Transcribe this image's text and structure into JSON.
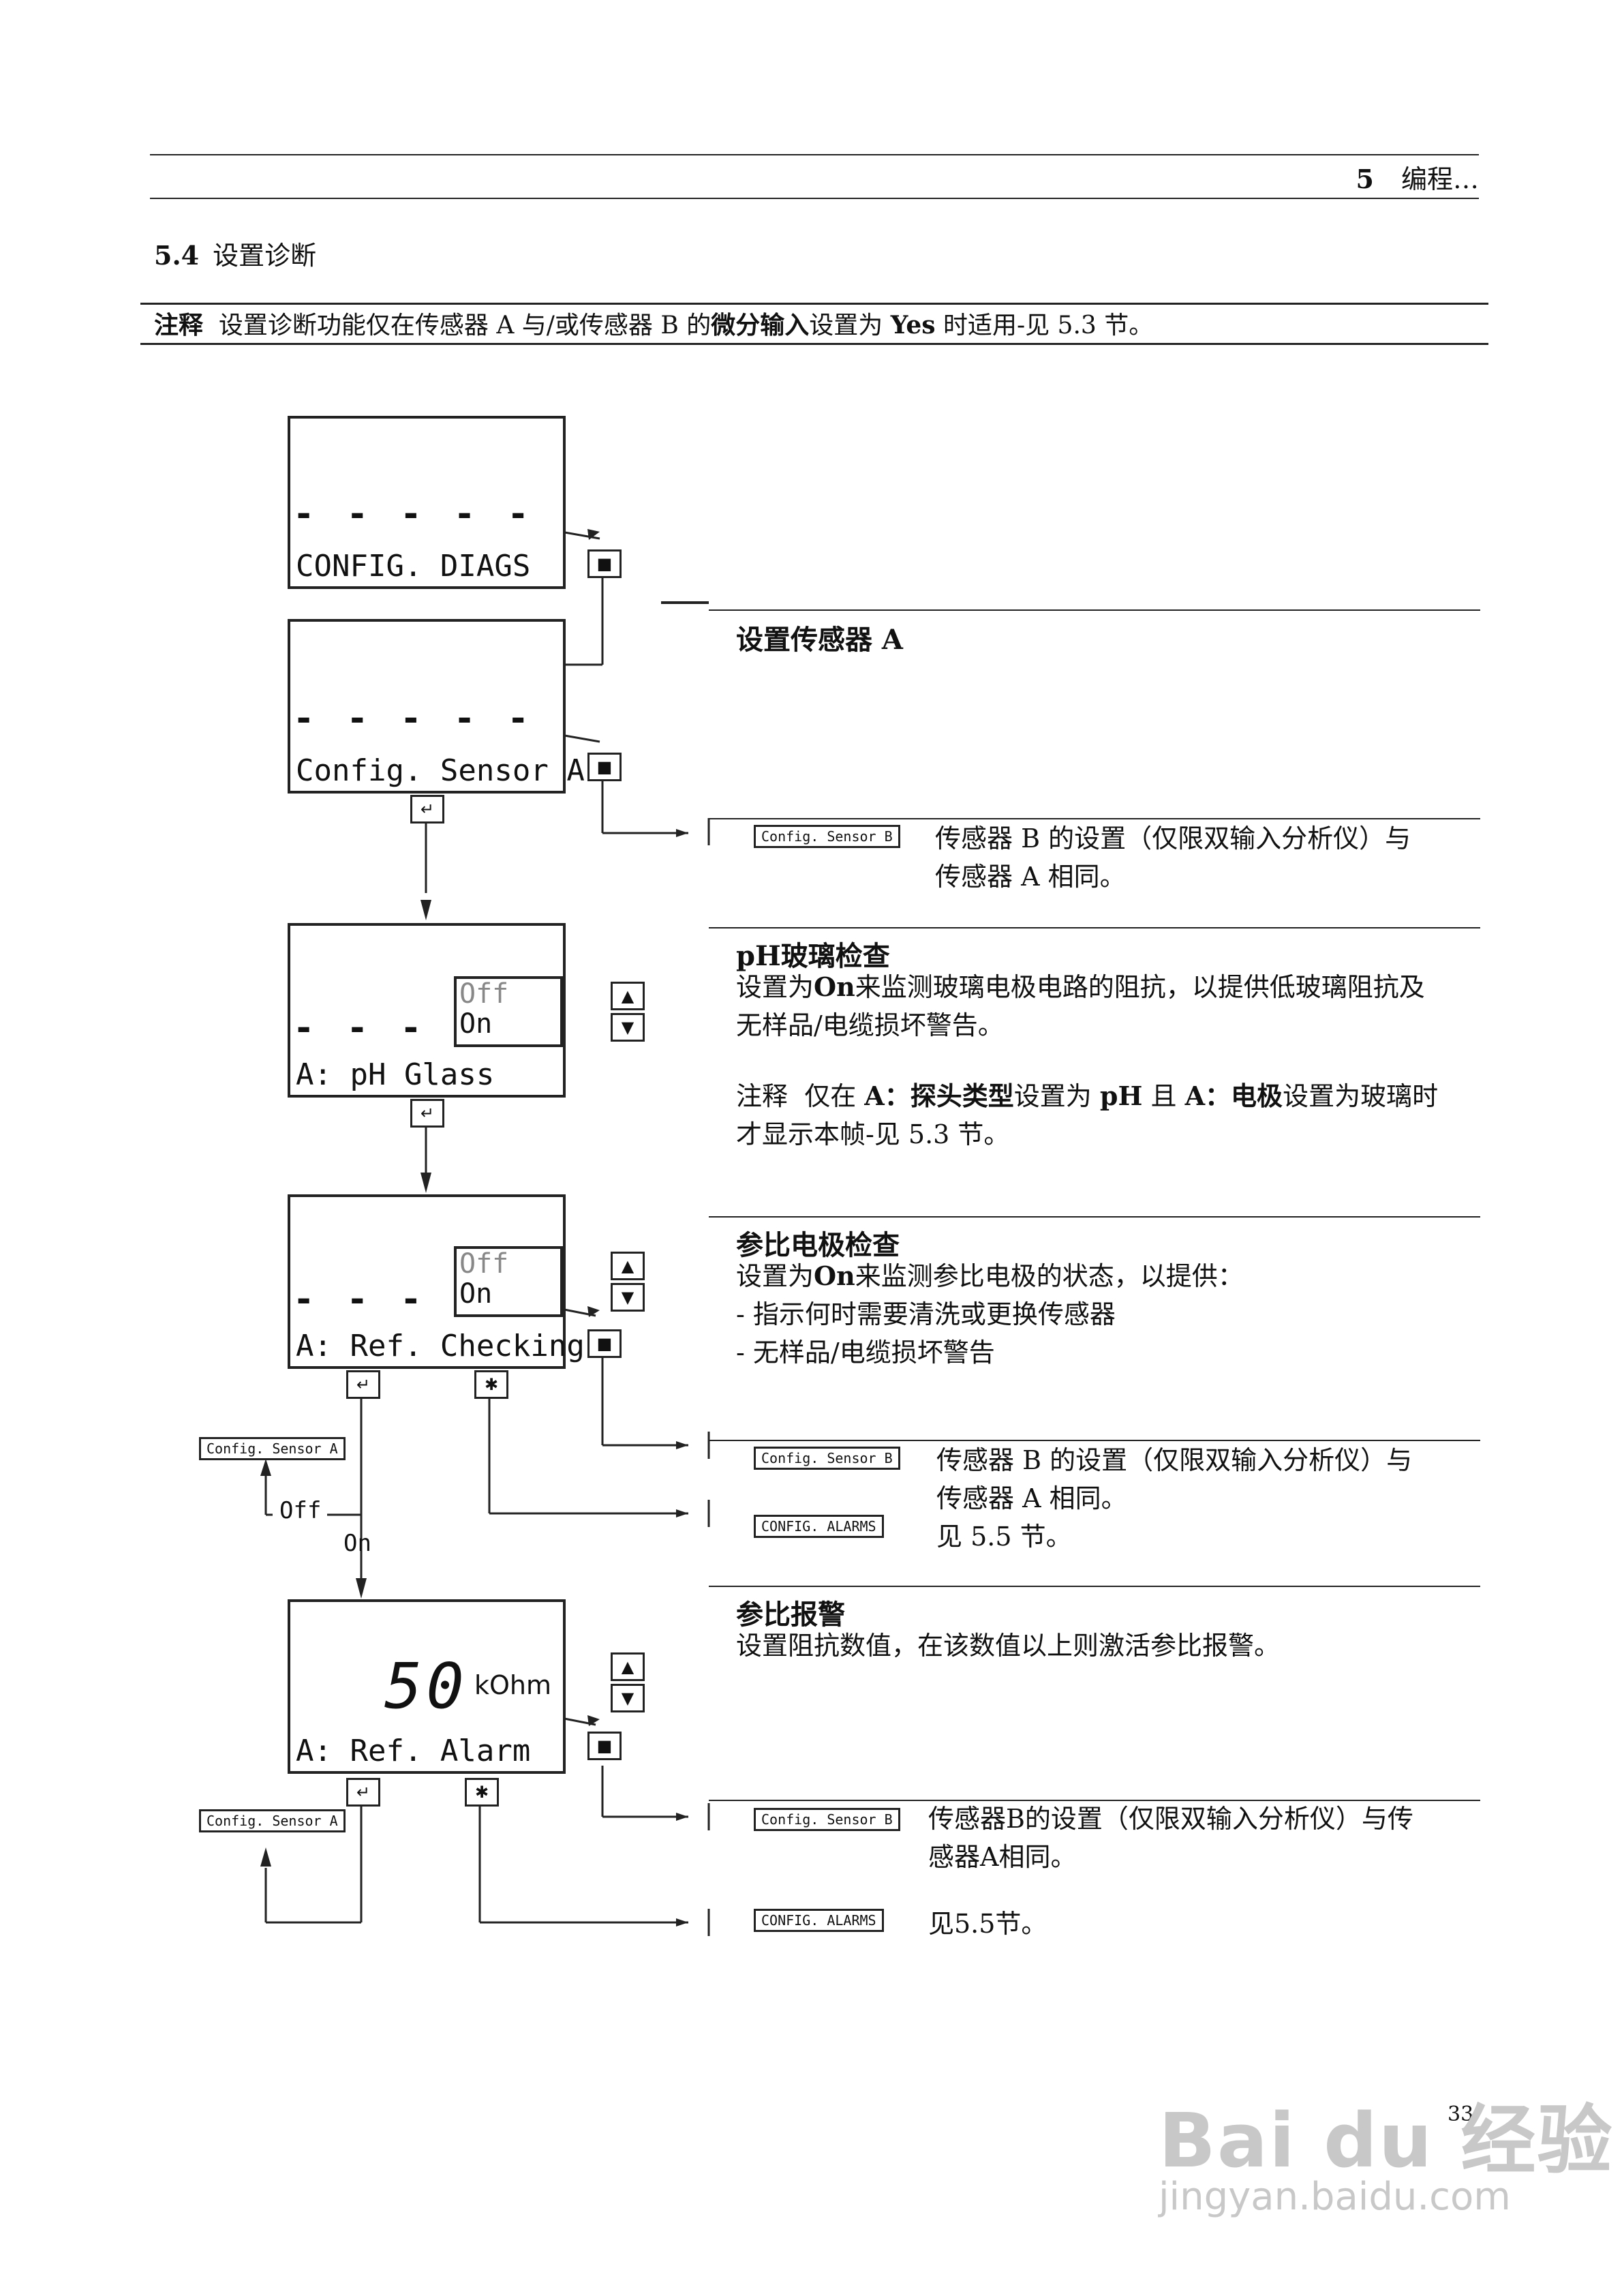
{
  "header": {
    "chapter_num": "5",
    "chapter_title": "编程…"
  },
  "section": {
    "num": "5.4",
    "title": "设置诊断"
  },
  "note": {
    "label": "注释",
    "text_a": "设置诊断功能仅在传感器 A 与/或传感器 B 的",
    "bold_a": "微分输入",
    "text_b": "设置为",
    "bold_b": "Yes",
    "text_c": "时适用-见 5.3 节。"
  },
  "lcd": {
    "screen1": {
      "dashes": "- - - - -",
      "label": "CONFIG. DIAGS"
    },
    "screen2": {
      "dashes": "- - - - -",
      "label": "Config. Sensor A"
    },
    "screen3": {
      "dashes": "- - - - -",
      "label": "A: pH Glass",
      "opt_off": "Off",
      "opt_on": "On"
    },
    "screen4": {
      "dashes": "- - - - -",
      "label": "A: Ref. Checking",
      "opt_off": "Off",
      "opt_on": "On"
    },
    "screen5": {
      "value": "50",
      "unit": "kOhm",
      "label": "A: Ref. Alarm"
    }
  },
  "boxes": {
    "config_sensor_b": "Config. Sensor B",
    "config_sensor_a": "Config. Sensor A",
    "config_alarms": "CONFIG. ALARMS"
  },
  "flow_labels": {
    "off": "Off",
    "on": "On"
  },
  "panels": {
    "p1_title": "设置传感器 A",
    "p2_text_1": "传感器 B 的设置（仅限双输入分析仪）与",
    "p2_text_2": "传感器 A 相同。",
    "p3_title": "pH玻璃检查",
    "p3_line1_a": "设置为",
    "p3_line1_b": "On",
    "p3_line1_c": "来监测玻璃电极电路的阻抗，以提供低玻璃阻抗及",
    "p3_line2": "无样品/电缆损坏警告。",
    "p3_note_label": "注释",
    "p3_note_a": "仅在",
    "p3_note_b": "A：探头类型",
    "p3_note_c": "设置为",
    "p3_note_d": "pH",
    "p3_note_e": "且",
    "p3_note_f": "A：电极",
    "p3_note_g": "设置为玻璃时",
    "p3_note_line2": "才显示本帧-见 5.3 节。",
    "p4_title": "参比电极检查",
    "p4_line1_a": "设置为",
    "p4_line1_b": "On",
    "p4_line1_c": "来监测参比电极的状态，以提供：",
    "p4_item1": "-  指示何时需要清洗或更换传感器",
    "p4_item2": "-  无样品/电缆损坏警告",
    "p5_text_1": "传感器 B 的设置（仅限双输入分析仪）与",
    "p5_text_2": "传感器 A 相同。",
    "p5_see": "见 5.5 节。",
    "p6_title": "参比报警",
    "p6_text": "设置阻抗数值，在该数值以上则激活参比报警。",
    "p7_text_1": "传感器B的设置（仅限双输入分析仪）与传",
    "p7_text_2": "感器A相同。",
    "p7_see": "见5.5节。"
  },
  "page_number": "33",
  "watermark": {
    "brand": "Bai du 经验",
    "url": "jingyan.baidu.com"
  }
}
